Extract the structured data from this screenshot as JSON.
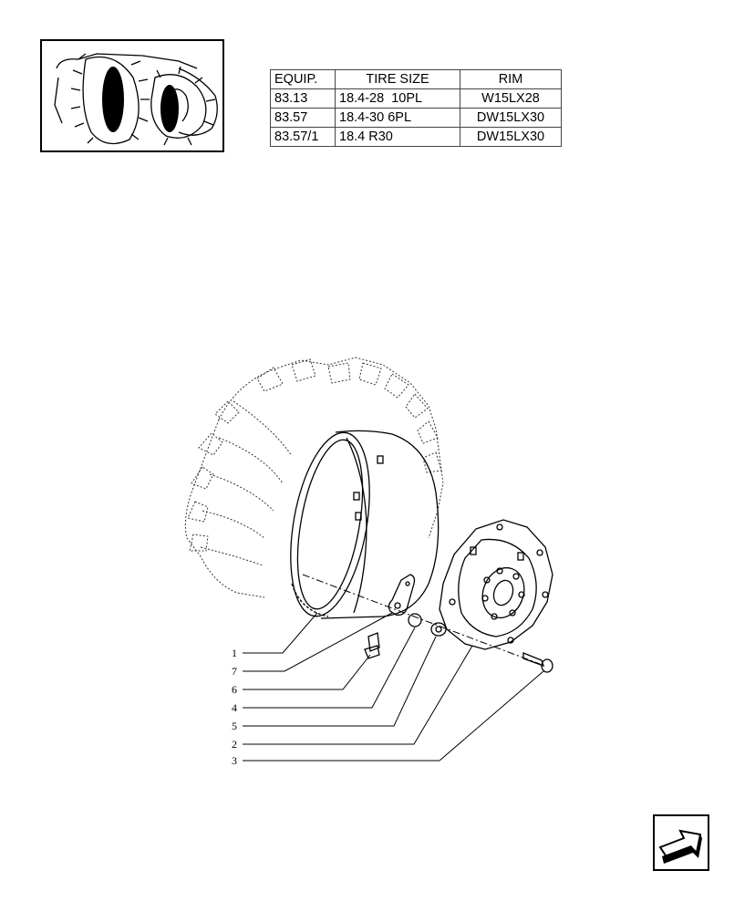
{
  "table": {
    "headers": [
      "EQUIP.",
      "TIRE SIZE",
      "RIM"
    ],
    "rows": [
      [
        "83.13",
        "18.4-28  10PL",
        "W15LX28"
      ],
      [
        "83.57",
        "18.4-30 6PL",
        "DW15LX30"
      ],
      [
        "83.57/1",
        "18.4 R30",
        "DW15LX30"
      ]
    ]
  },
  "callouts": [
    "1",
    "7",
    "6",
    "4",
    "5",
    "2",
    "3"
  ],
  "icons": {
    "thumbnail": "tractor-wheel-thumbnail-icon",
    "navigation": "next-page-arrow-icon"
  }
}
